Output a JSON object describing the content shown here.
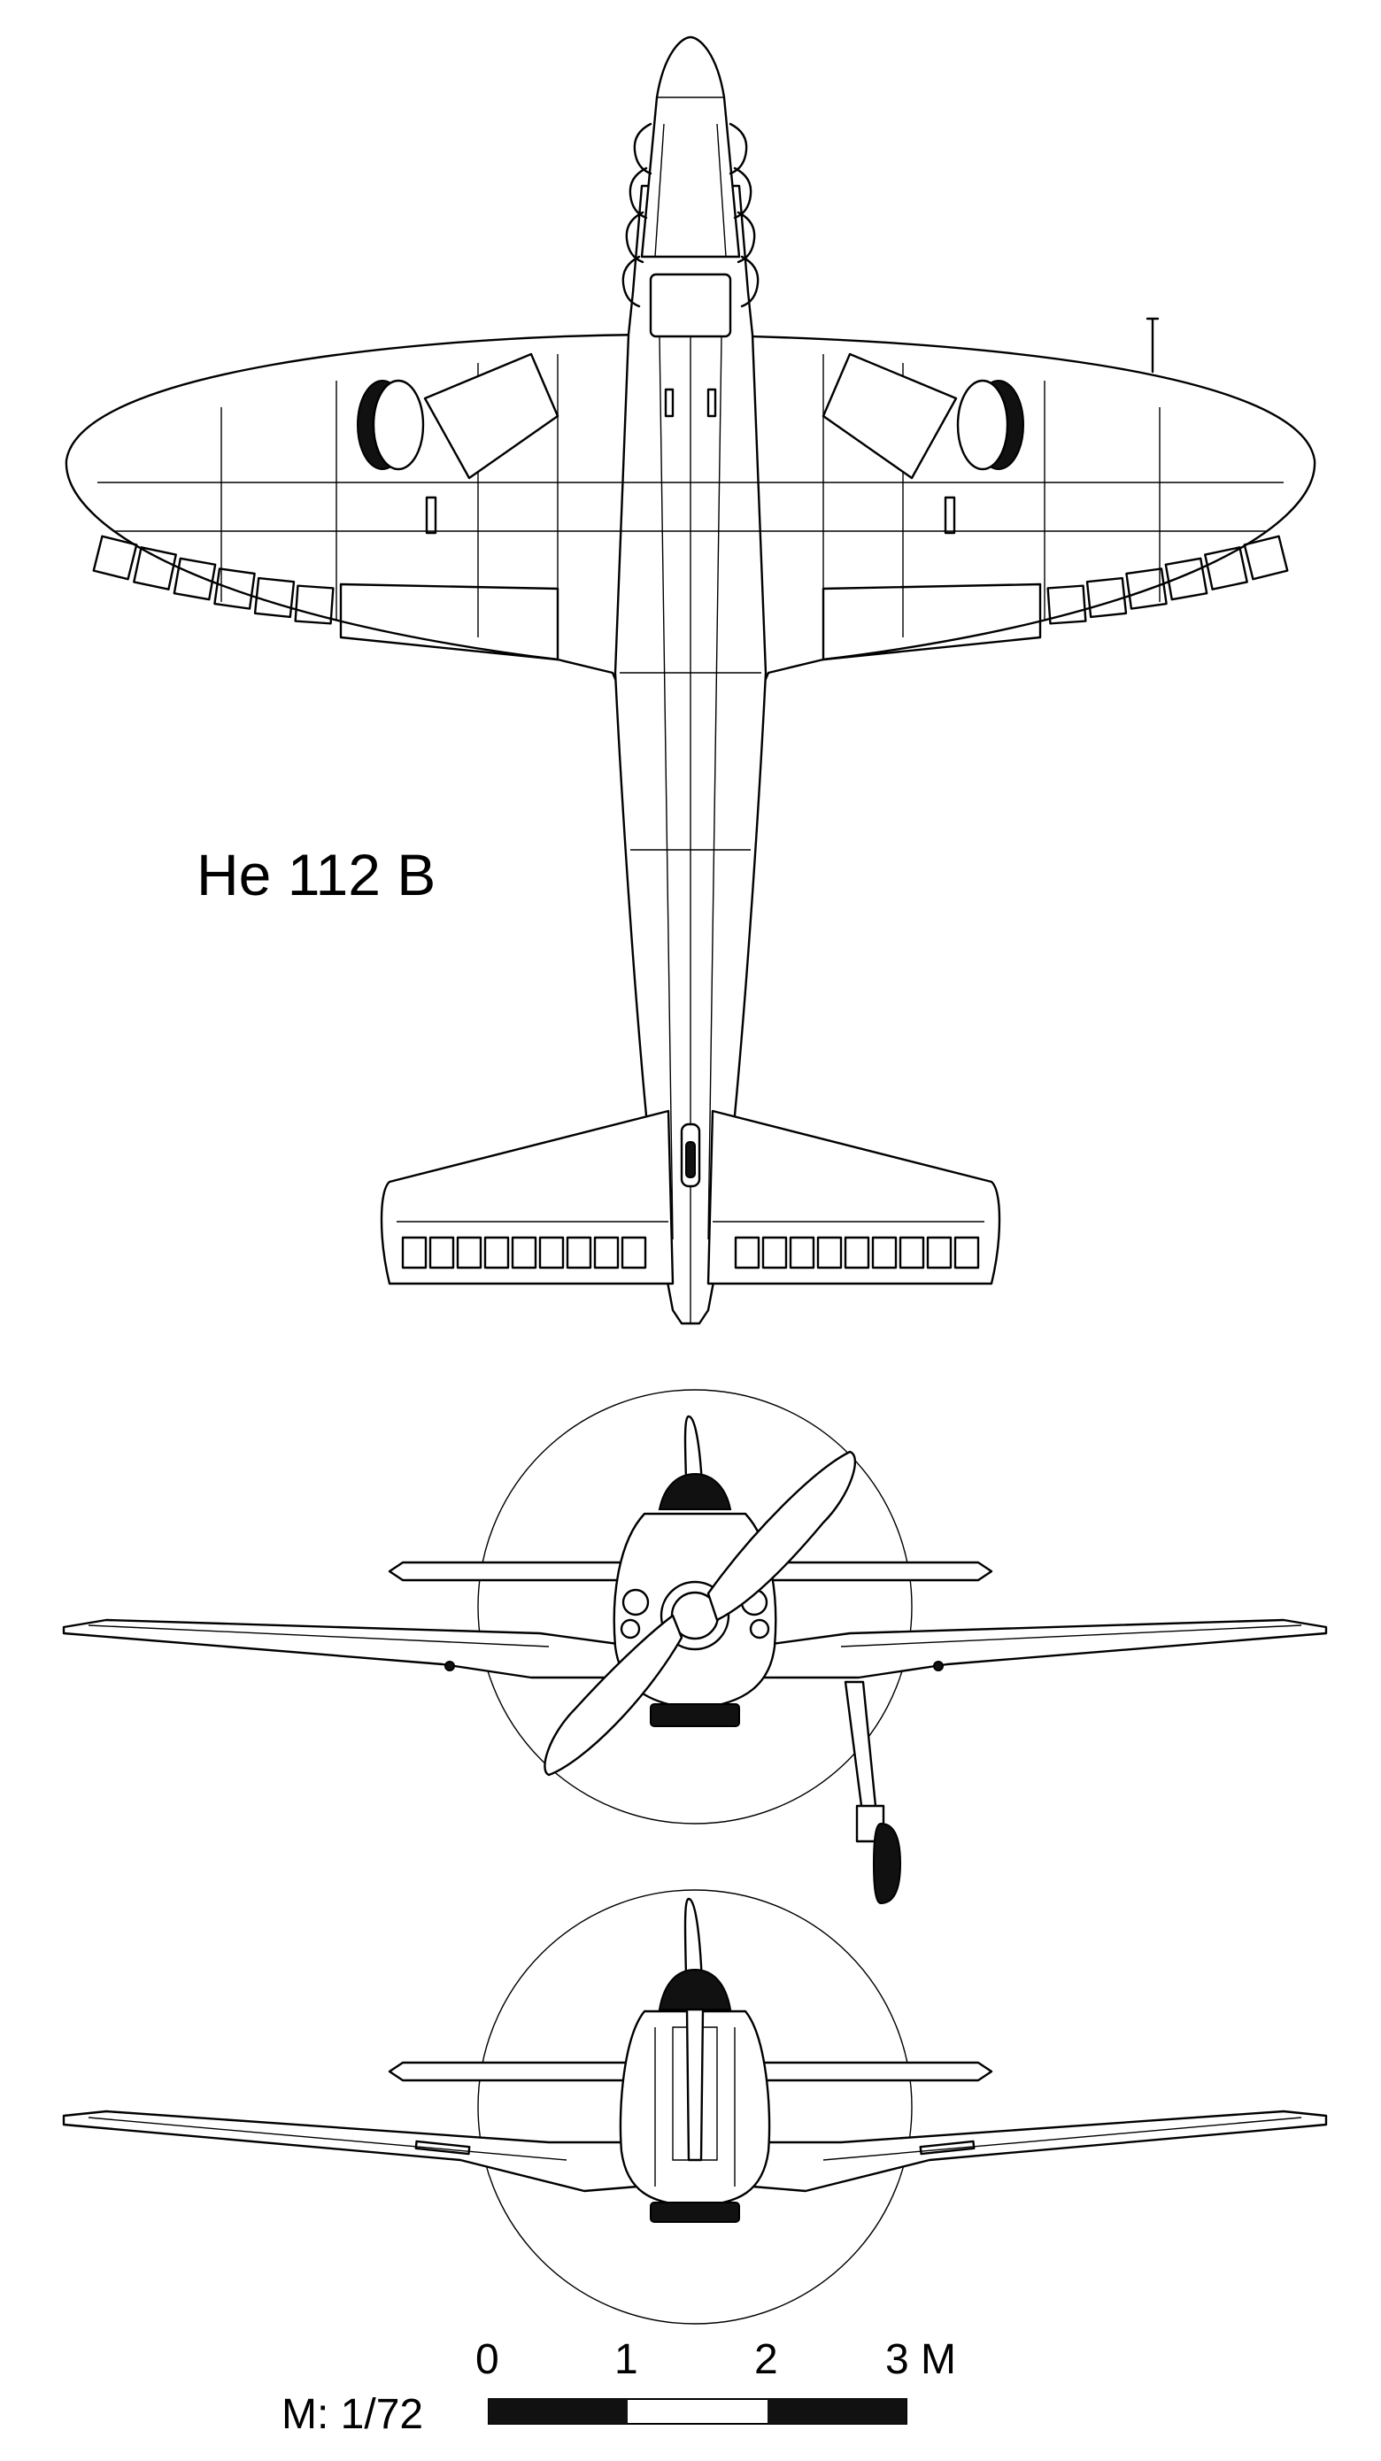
{
  "drawing": {
    "title": "He 112 B",
    "scale_label": "M: 1/72",
    "scale_ticks": [
      "0",
      "1",
      "2",
      "3 M"
    ]
  },
  "views": {
    "plan_view": {
      "name": "bottom plan view"
    },
    "front_view": {
      "name": "front view with landing gear"
    },
    "rear_view": {
      "name": "rear view"
    }
  },
  "colors": {
    "ink": "#000000",
    "paper": "#ffffff"
  }
}
